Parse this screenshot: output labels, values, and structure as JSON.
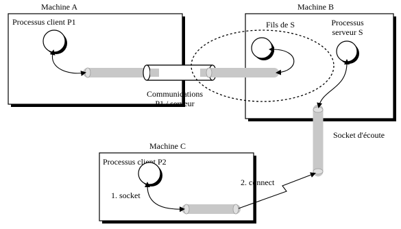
{
  "machine_a": {
    "title": "Machine  A",
    "process_label": "Processus client P1"
  },
  "machine_b": {
    "title": "Machine  B",
    "child_label": "Fils de S",
    "server_label_line1": "Processus",
    "server_label_line2": "serveur S"
  },
  "machine_c": {
    "title": "Machine  C",
    "process_label": "Processus client P2",
    "step1_label": "1. socket"
  },
  "communications": {
    "line1": "Communications",
    "line2": "P1 / serveur"
  },
  "listen_socket_label": "Socket d'écoute",
  "connect_label": "2. connect"
}
